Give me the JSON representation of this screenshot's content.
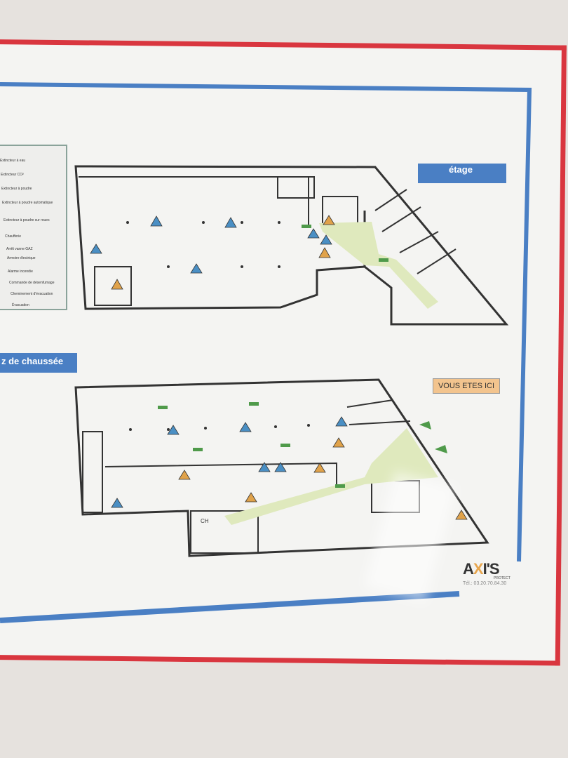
{
  "legend": {
    "items": [
      "Extincteur à eau",
      "Extincteur CO²",
      "Extincteur à poudre",
      "Extincteur à poudre automatique",
      "Extincteur à poudre sur roues",
      "Chaufferie",
      "Arrêt vanne GAZ",
      "Armoire électrique",
      "Alarme incendie",
      "Commande de désenfumage",
      "Cheminement d'évacuation",
      "Évacuation"
    ]
  },
  "plans": {
    "upper_label": "étage",
    "lower_label": "z de chaussée",
    "you_are_here": "VOUS ETES ICI",
    "boiler_room_mark": "CH"
  },
  "logo": {
    "brand": "AXI'S",
    "sub": "PROTECT",
    "phone": "Tél.: 03.20.70.84.30"
  },
  "colors": {
    "frame": "#d9363f",
    "border_blue": "#4a7fc4",
    "evac_path": "#dfe9bd",
    "arrow": "#4f9a4a",
    "extinguisher": "#4a8fc4",
    "alarm": "#e0a24a"
  }
}
